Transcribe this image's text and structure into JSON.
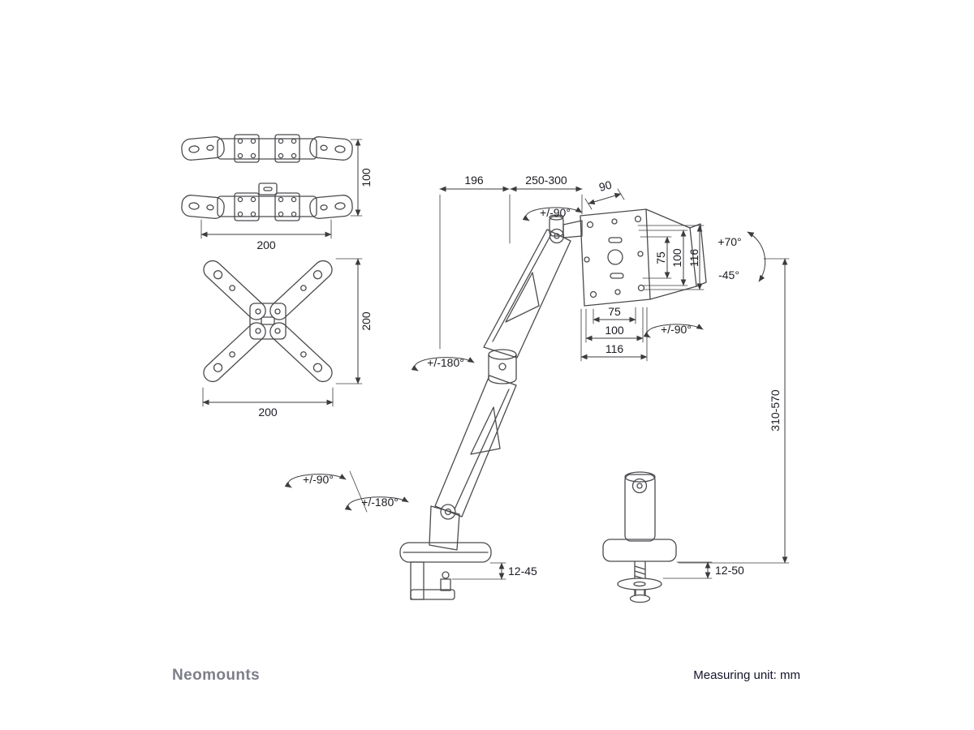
{
  "page": {
    "brand": "Neomounts",
    "measuring_unit_label": "Measuring unit: mm",
    "background": "#ffffff",
    "line_color": "#4b4b4f",
    "text_color": "#1b1b22",
    "brand_color": "#7e7e89"
  },
  "top_view_bracket": {
    "height": "100",
    "width": "200"
  },
  "cross_bracket": {
    "height": "200",
    "width": "200"
  },
  "arm": {
    "lower_reach": "196",
    "upper_reach": "250-300",
    "head_depth": "90",
    "head_swivel": "+/-90°",
    "mid_rotation": "+/-180°",
    "base_swivel": "+/-90°",
    "base_rotation": "+/-180°",
    "height_range": "310-570"
  },
  "vesa": {
    "vertical": {
      "v75": "75",
      "v100": "100",
      "v116": "116"
    },
    "horizontal": {
      "h75": "75",
      "h100": "100",
      "h116": "116"
    },
    "rotation": "+/-90°",
    "tilt_up": "+70°",
    "tilt_down": "-45°"
  },
  "mounting": {
    "clamp_thickness": "12-45",
    "grommet_thickness": "12-50"
  }
}
